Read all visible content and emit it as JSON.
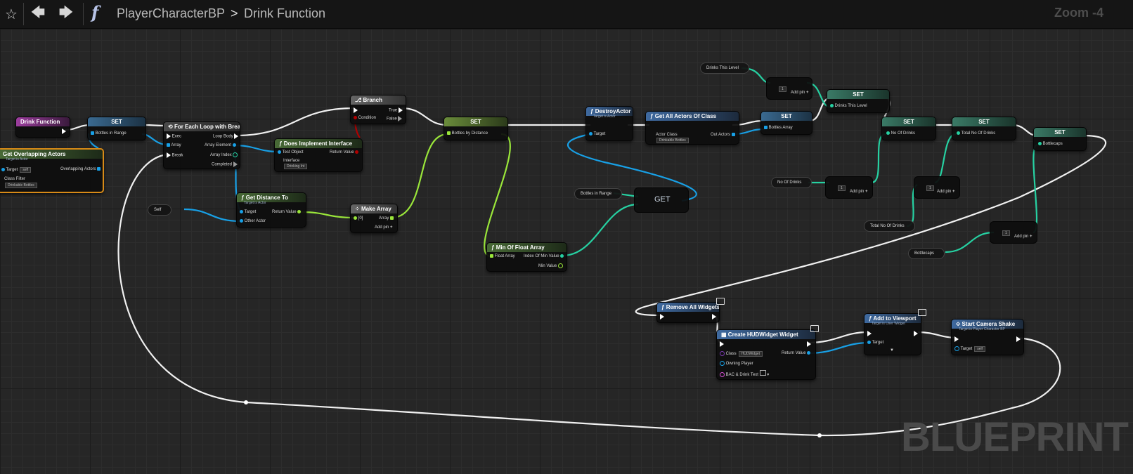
{
  "toolbar": {
    "favorite_icon": "star-icon",
    "back_icon": "arrow-left-icon",
    "forward_icon": "arrow-right-icon",
    "function_icon": "function-f-icon",
    "crumb_blueprint": "PlayerCharacterBP",
    "crumb_separator": ">",
    "crumb_function": "Drink Function",
    "zoom": "Zoom -4"
  },
  "watermark": "BLUEPRINT",
  "nodes": {
    "drink_function": {
      "title": "Drink Function"
    },
    "set1": {
      "title": "SET",
      "pin": "Bottles in Range"
    },
    "get_overlapping": {
      "title": "Get Overlapping Actors",
      "subtitle": "Target is Actor",
      "target": "Target",
      "target_default": "self",
      "out": "Overlapping Actors",
      "class_filter": "Class Filter",
      "class_value": "Drinkable Bottles"
    },
    "foreach": {
      "title": "For Each Loop with Break",
      "exec": "Exec",
      "array": "Array",
      "brk": "Break",
      "loop_body": "Loop Body",
      "element": "Array Element",
      "index": "Array Index",
      "completed": "Completed"
    },
    "implements": {
      "title": "Does Implement Interface",
      "test_object": "Test Object",
      "return_value": "Return Value",
      "interface": "Interface",
      "interface_value": "Drinking Int"
    },
    "branch": {
      "title": "Branch",
      "condition": "Condition",
      "true_label": "True",
      "false_label": "False"
    },
    "self_var": {
      "label": "Self"
    },
    "get_distance": {
      "title": "Get Distance To",
      "subtitle": "Target is Actor",
      "target": "Target",
      "other": "Other Actor",
      "return_value": "Return Value"
    },
    "make_array": {
      "title": "Make Array",
      "index0": "[0]",
      "array": "Array",
      "add_pin": "Add pin"
    },
    "set_distance": {
      "title": "SET",
      "pin": "Bottles by Distance"
    },
    "min_float": {
      "title": "Min Of Float Array",
      "float_array": "Float Array",
      "index_of_min": "Index Of Min Value",
      "min_value": "Min Value"
    },
    "destroy_actor": {
      "title": "DestroyActor",
      "subtitle": "Target is Actor",
      "target": "Target"
    },
    "bottles_in_range_var": {
      "label": "Bottles in Range"
    },
    "get_node": {
      "label": "GET"
    },
    "get_all_actors": {
      "title": "Get All Actors Of Class",
      "actor_class": "Actor Class",
      "class_value": "Drinkable Bottles",
      "out": "Out Actors"
    },
    "set_bottles_array": {
      "title": "SET",
      "pin": "Bottles Array"
    },
    "drinks_this_level_var": {
      "label": "Drinks This Level"
    },
    "add1": {
      "value": "1",
      "add_pin": "Add pin"
    },
    "set_drinks_level": {
      "title": "SET",
      "pin": "Drinks This Level"
    },
    "set_no_drinks": {
      "title": "SET",
      "pin": "No Of Drinks"
    },
    "no_of_drinks_var": {
      "label": "No Of Drinks"
    },
    "add2": {
      "value": "1",
      "add_pin": "Add pin"
    },
    "set_total": {
      "title": "SET",
      "pin": "Total No Of Drinks"
    },
    "add3": {
      "value": "1",
      "add_pin": "Add pin"
    },
    "total_var": {
      "label": "Total No Of Drinks"
    },
    "set_bottlecaps": {
      "title": "SET",
      "pin": "Bottlecaps"
    },
    "add4": {
      "value": "1",
      "add_pin": "Add pin"
    },
    "bottlecaps_var": {
      "label": "Bottlecaps"
    },
    "remove_widgets": {
      "title": "Remove All Widgets"
    },
    "create_widget": {
      "title": "Create HUDWidget Widget",
      "class": "Class",
      "class_value": "HUDWidget",
      "return_value": "Return Value",
      "owning": "Owning Player",
      "bac": "BAC & Drink Text"
    },
    "add_viewport": {
      "title": "Add to Viewport",
      "subtitle": "Target is User Widget",
      "target": "Target"
    },
    "camera_shake": {
      "title": "Start Camera Shake",
      "subtitle": "Target is Player Character BP",
      "target": "Target",
      "target_default": "self"
    }
  }
}
